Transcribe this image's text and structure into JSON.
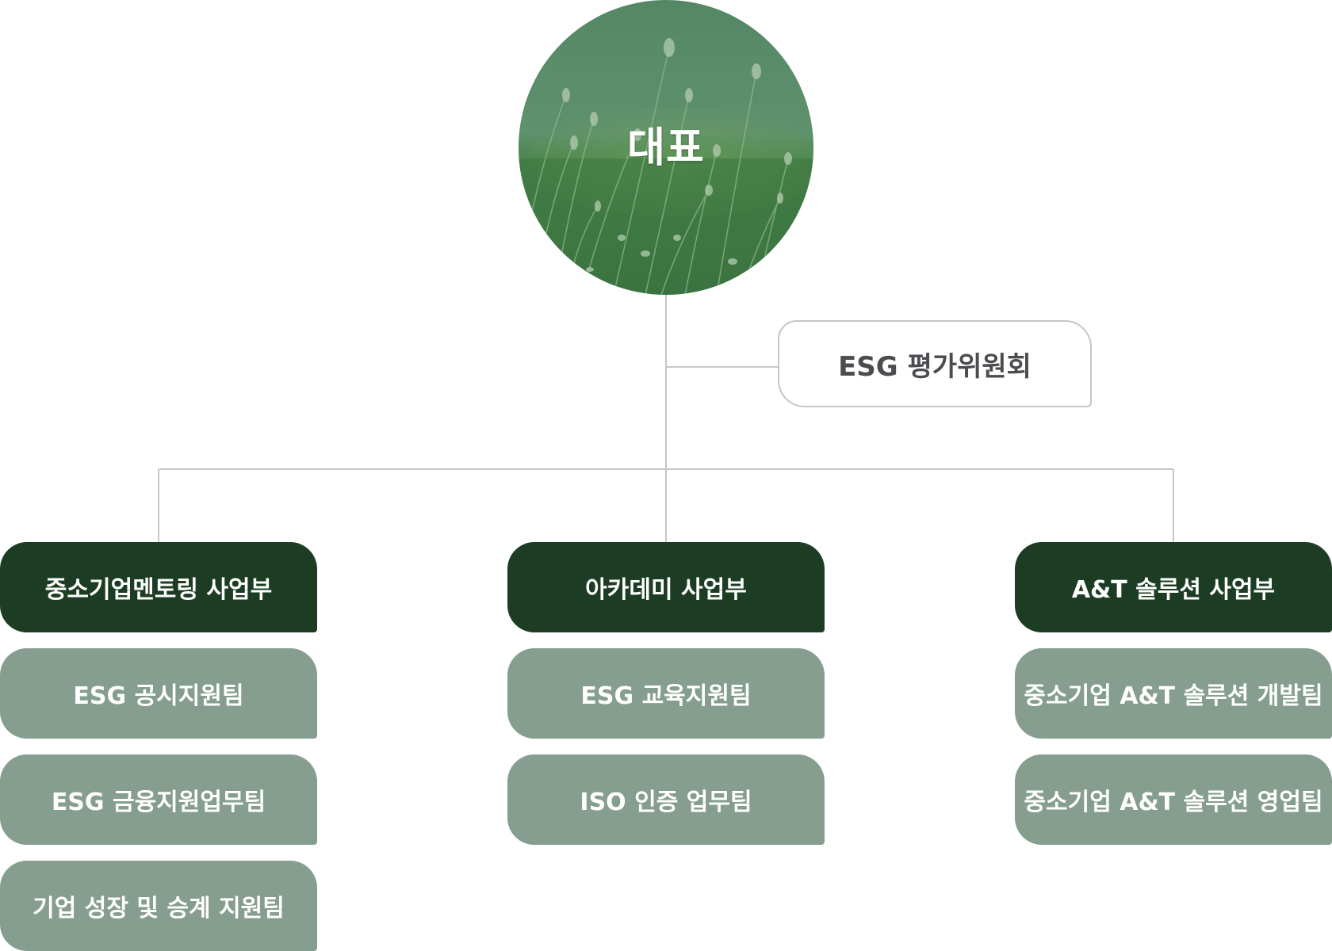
{
  "ceo": {
    "label": "대표"
  },
  "committee": {
    "label": "ESG 평가위원회"
  },
  "departments": [
    {
      "label": "중소기업멘토링 사업부",
      "teams": [
        "ESG 공시지원팀",
        "ESG 금융지원업무팀",
        "기업 성장 및 승계 지원팀"
      ]
    },
    {
      "label": "아카데미 사업부",
      "teams": [
        "ESG 교육지원팀",
        "ISO 인증 업무팀"
      ]
    },
    {
      "label": "A&T 솔루션 사업부",
      "teams": [
        "중소기업 A&T 솔루션 개발팀",
        "중소기업 A&T 솔루션 영업팀"
      ]
    }
  ],
  "colors": {
    "department_bg": "#1c3d23",
    "team_bg": "#869e8f",
    "connector": "#c6c6c6",
    "committee_text": "#4b4b50"
  }
}
